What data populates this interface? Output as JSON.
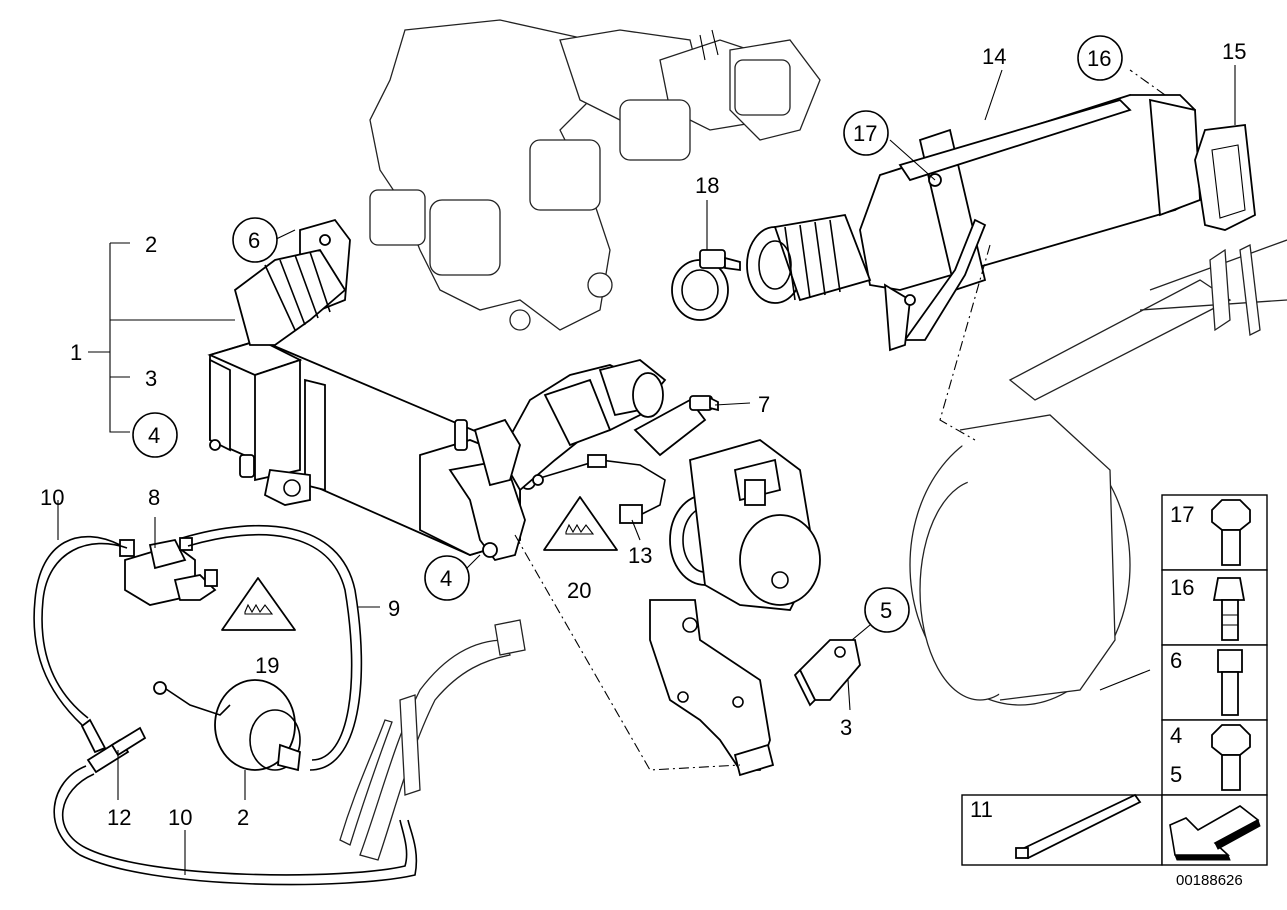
{
  "callouts": {
    "c1": "1",
    "c2a": "2",
    "c2b": "2",
    "c3a": "3",
    "c3b": "3",
    "c4a": "4",
    "c4b": "4",
    "c5": "5",
    "c6": "6",
    "c7": "7",
    "c8": "8",
    "c9": "9",
    "c10a": "10",
    "c10b": "10",
    "c12": "12",
    "c13": "13",
    "c14": "14",
    "c15": "15",
    "c16": "16",
    "c17": "17",
    "c18": "18",
    "c19": "19",
    "c20": "20"
  },
  "legend": {
    "row17": "17",
    "row16": "16",
    "row6": "6",
    "row4": "4",
    "row5": "5",
    "row11": "11"
  },
  "reference_number": "00188626"
}
